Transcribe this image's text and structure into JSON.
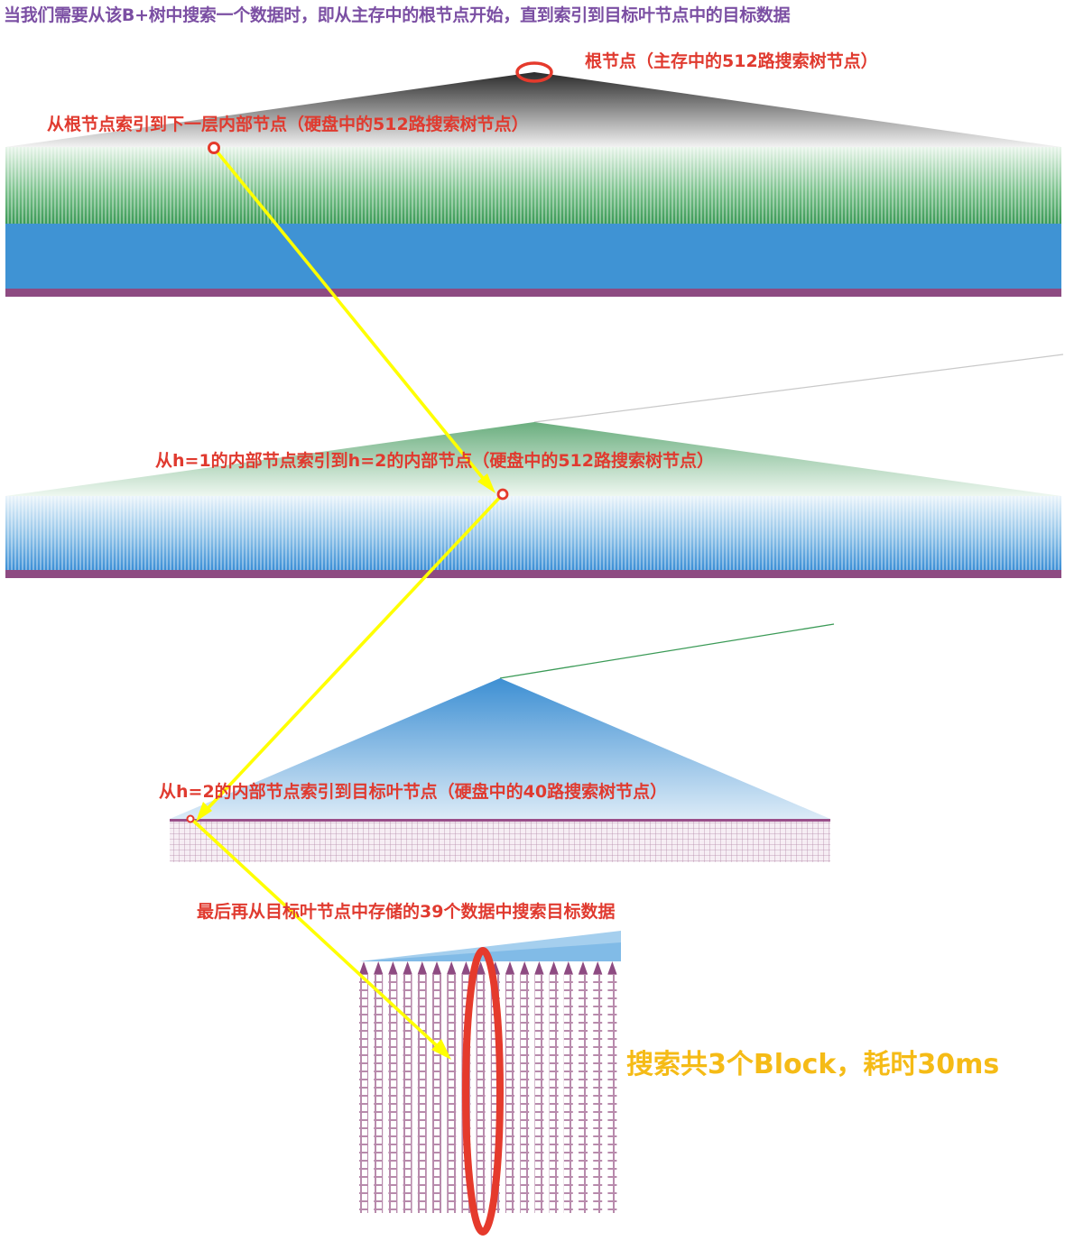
{
  "title": "当我们需要从该B+树中搜索一个数据时，即从主存中的根节点开始，直到索引到目标叶节点中的目标数据",
  "labels": {
    "root_node": "根节点（主存中的512路搜索树节点）",
    "level1": "从根节点索引到下一层内部节点（硬盘中的512路搜索树节点）",
    "level2": "从h=1的内部节点索引到h=2的内部节点（硬盘中的512路搜索树节点）",
    "level3": "从h=2的内部节点索引到目标叶节点（硬盘中的40路搜索树节点）",
    "final": "最后再从目标叶节点中存储的39个数据中搜索目标数据",
    "summary": "搜索共3个Block，耗时30ms"
  },
  "colors": {
    "title": "#7b4fa3",
    "annotation": "#e03a2f",
    "summary": "#f5bb16",
    "path_arrow": "#ffff00",
    "marker": "#e53a2c",
    "green": "#3a9a56",
    "blue": "#3b8fd6",
    "purple": "#9a4f8a",
    "leaf_grid": "#a9789b"
  }
}
